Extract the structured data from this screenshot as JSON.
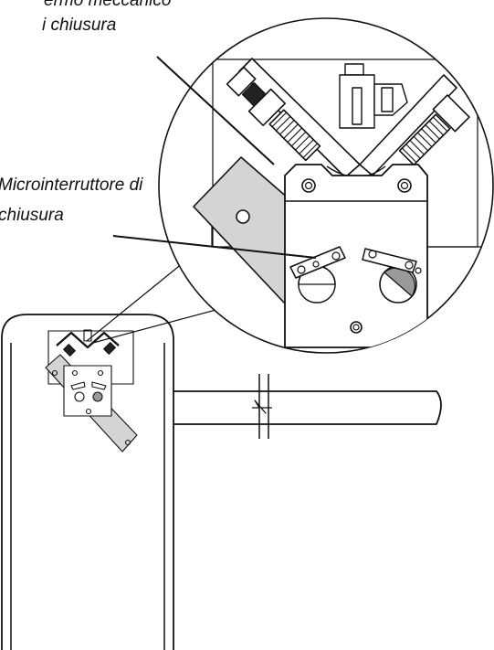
{
  "labels": {
    "stop_line1": "ermo meccanico",
    "stop_line2": "i chiusura",
    "micro_line1": "Microinterruttore di",
    "micro_line2": "chiusura"
  },
  "colors": {
    "stroke": "#111111",
    "plate_fill": "#d4d4d4",
    "cam_shade": "#9a9a9a",
    "background": "#ffffff"
  }
}
